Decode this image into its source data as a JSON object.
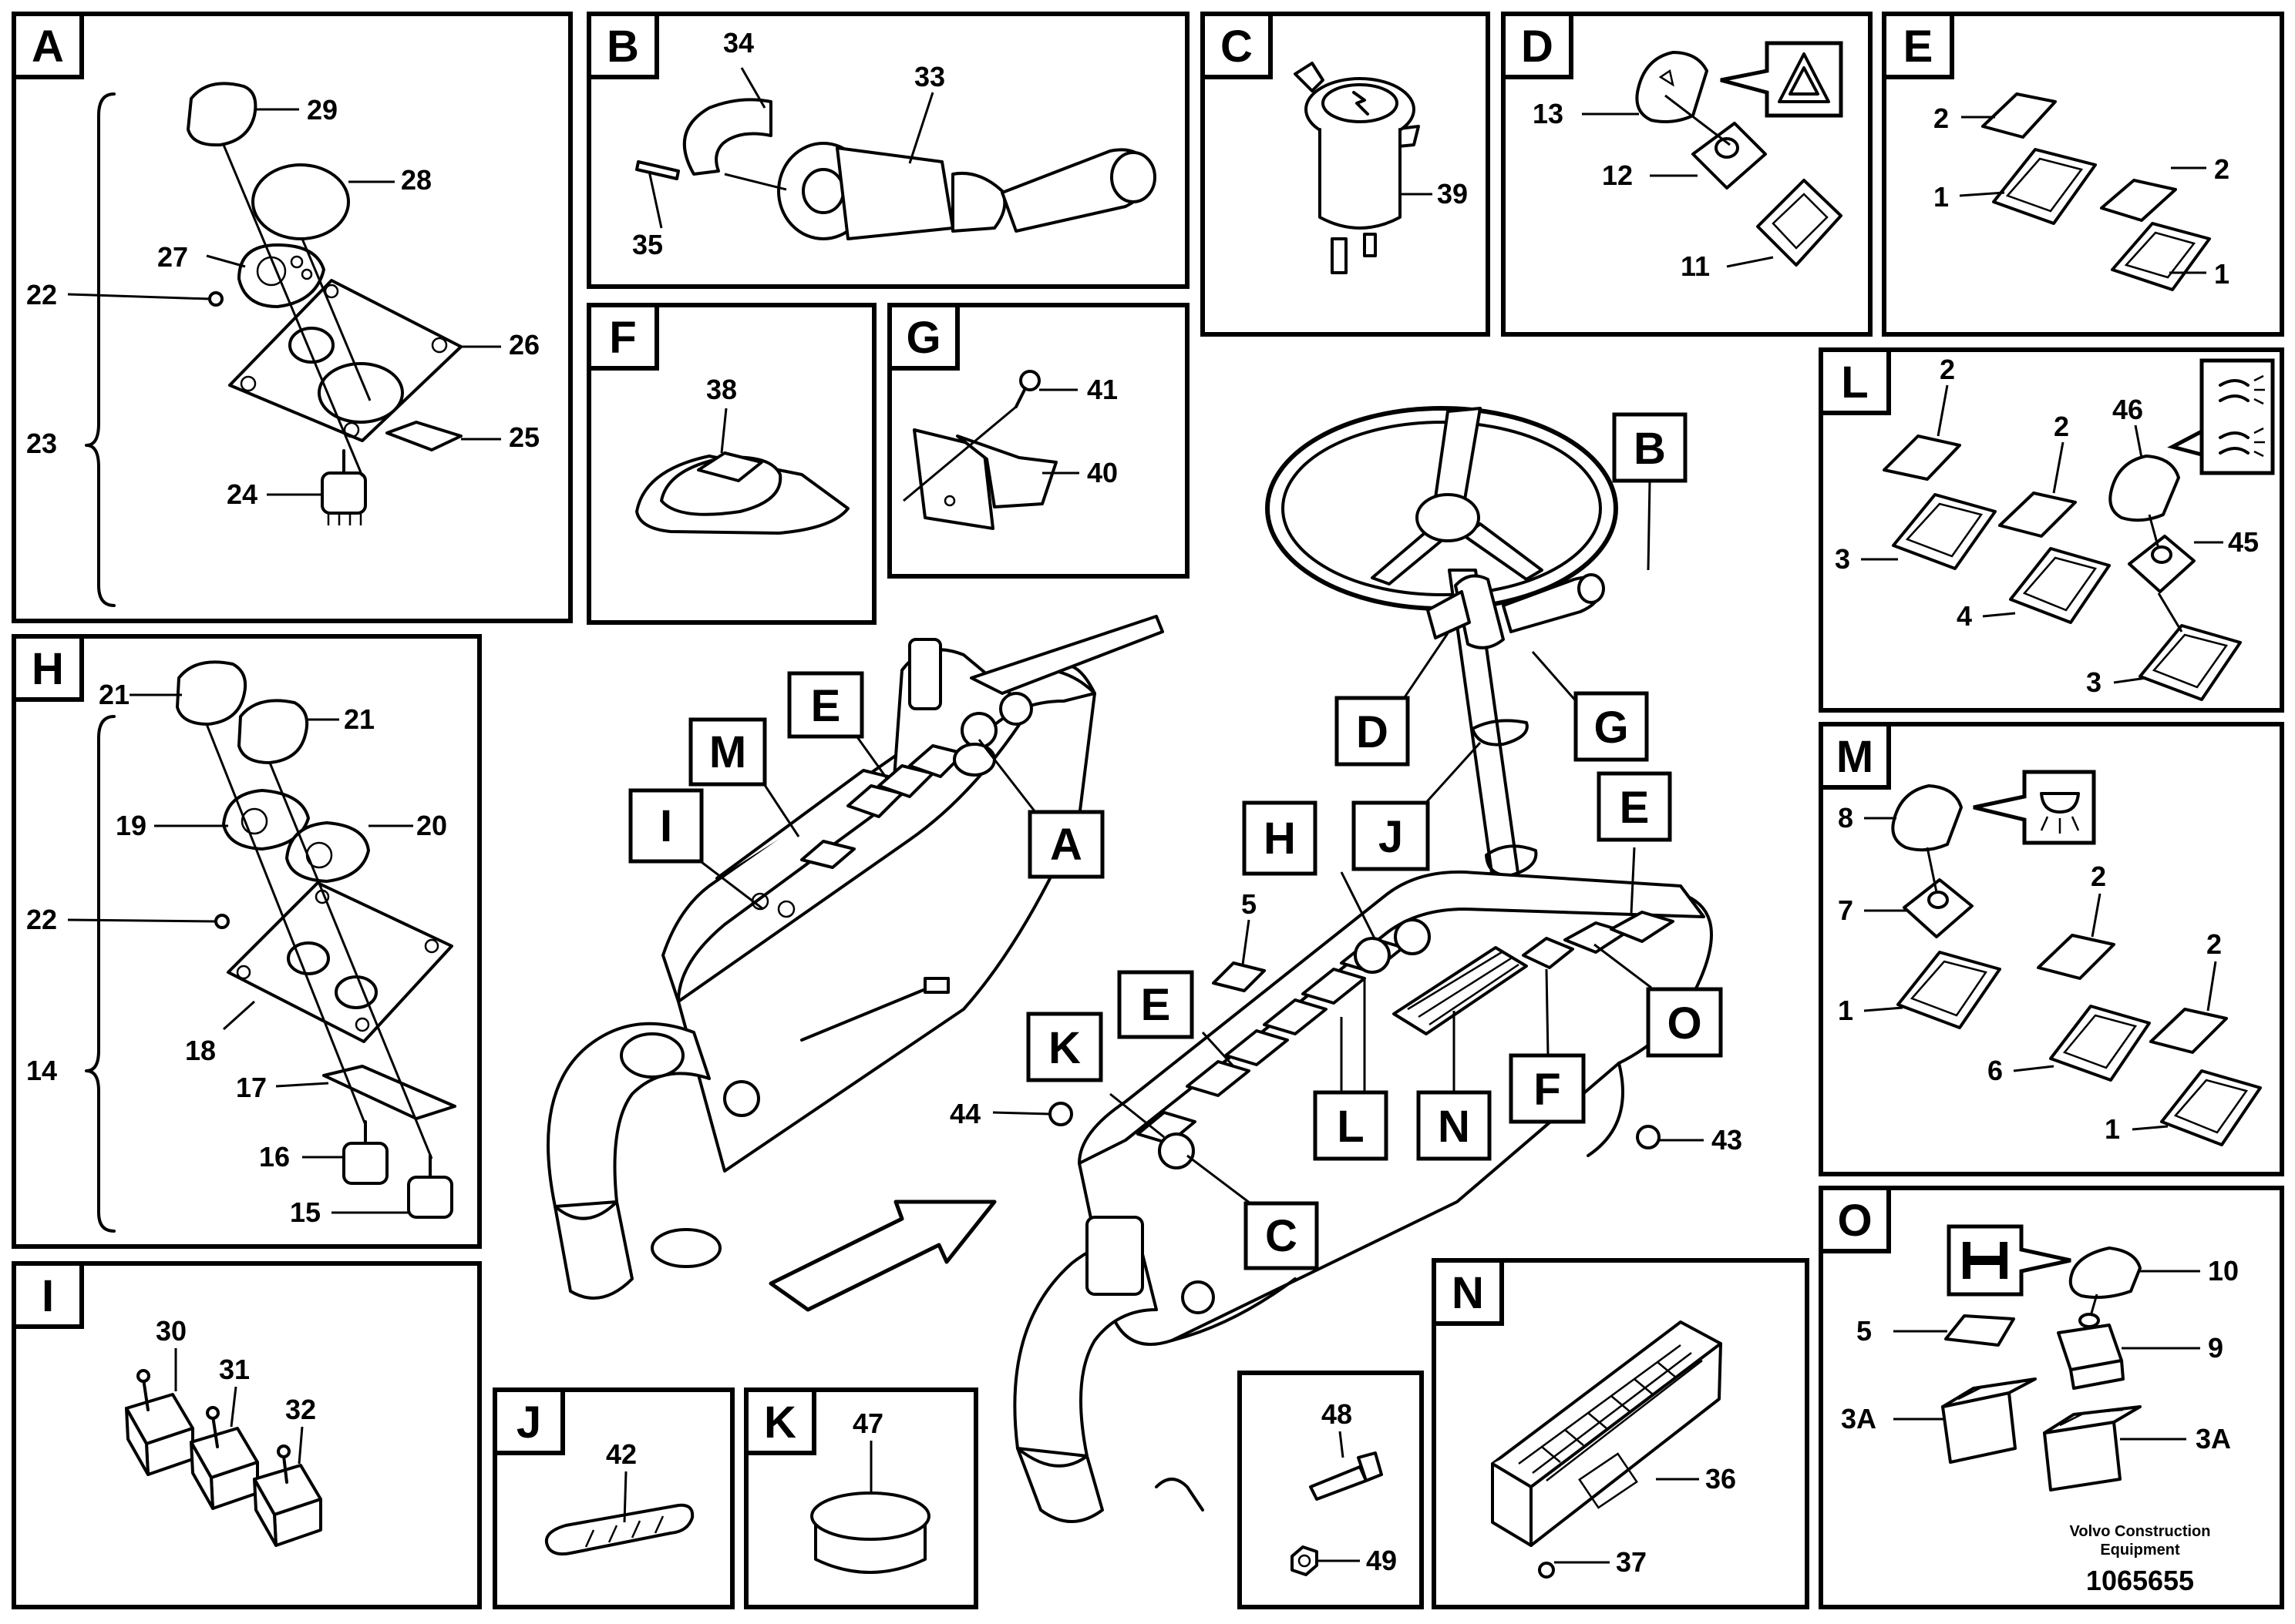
{
  "panels": {
    "A": {
      "letter": "A",
      "parts": [
        "29",
        "28",
        "27",
        "22",
        "26",
        "23",
        "25",
        "24"
      ]
    },
    "B": {
      "letter": "B",
      "parts": [
        "34",
        "33",
        "35"
      ]
    },
    "C": {
      "letter": "C",
      "parts": [
        "39"
      ]
    },
    "D": {
      "letter": "D",
      "parts": [
        "13",
        "12",
        "11"
      ]
    },
    "E": {
      "letter": "E",
      "parts": [
        "2",
        "2",
        "1",
        "1"
      ]
    },
    "F": {
      "letter": "F",
      "parts": [
        "38"
      ]
    },
    "G": {
      "letter": "G",
      "parts": [
        "41",
        "40"
      ]
    },
    "H": {
      "letter": "H",
      "parts": [
        "21",
        "21",
        "19",
        "20",
        "22",
        "18",
        "14",
        "17",
        "16",
        "15"
      ]
    },
    "I": {
      "letter": "I",
      "parts": [
        "30",
        "31",
        "32"
      ]
    },
    "J": {
      "letter": "J",
      "parts": [
        "42"
      ]
    },
    "K": {
      "letter": "K",
      "parts": [
        "47"
      ]
    },
    "L": {
      "letter": "L",
      "parts": [
        "2",
        "2",
        "46",
        "3",
        "45",
        "4",
        "3"
      ]
    },
    "M": {
      "letter": "M",
      "parts": [
        "8",
        "7",
        "2",
        "2",
        "1",
        "6",
        "1"
      ]
    },
    "N": {
      "letter": "N",
      "parts": [
        "36",
        "37"
      ]
    },
    "O": {
      "letter": "O",
      "parts": [
        "10",
        "5",
        "9",
        "3A",
        "3A"
      ]
    },
    "bolt": {
      "parts": [
        "48",
        "49"
      ]
    }
  },
  "main_callouts": [
    "M",
    "E",
    "A",
    "I",
    "B",
    "D",
    "G",
    "J",
    "H",
    "E",
    "5",
    "K",
    "E",
    "L",
    "N",
    "F",
    "O",
    "44",
    "43",
    "C"
  ],
  "footer": {
    "brand_line1": "Volvo Construction",
    "brand_line2": "Equipment",
    "doc_number": "1065655"
  },
  "icons": {
    "D": "hazard-triangle-icon",
    "L": "wiper-washer-icon",
    "M": "interior-light-icon",
    "O": "differential-lock-icon"
  }
}
